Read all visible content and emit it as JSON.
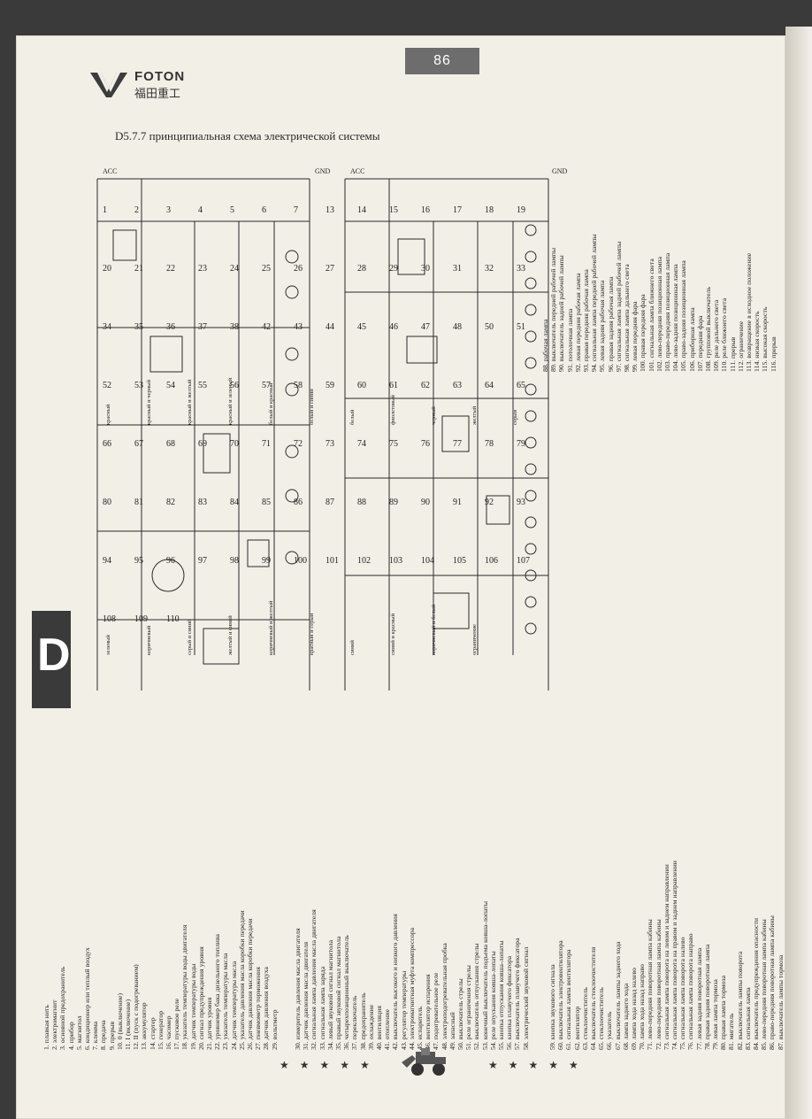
{
  "page": {
    "number": "86",
    "section_tab": "D",
    "title": "D5.7.7 принципиальная схема электрической системы",
    "brand_en": "FOTON",
    "brand_cn": "福田重工",
    "stars_left": "★★★★★",
    "stars_right": "★★★★★"
  },
  "diagram": {
    "rail_acc_label": "ACC",
    "rail_gnd_label": "GND",
    "component_numbers": [
      "1",
      "2",
      "3",
      "4",
      "5",
      "6",
      "7",
      "13",
      "14",
      "15",
      "16",
      "17",
      "18",
      "19",
      "20",
      "21",
      "22",
      "23",
      "24",
      "25",
      "26",
      "27",
      "28",
      "29",
      "30",
      "31",
      "32",
      "33",
      "34",
      "35",
      "36",
      "37",
      "38",
      "42",
      "43",
      "44",
      "45",
      "46",
      "47",
      "48",
      "50",
      "51",
      "52",
      "53",
      "54",
      "55",
      "56",
      "57",
      "58",
      "59",
      "60",
      "61",
      "62",
      "63",
      "64",
      "65",
      "66",
      "67",
      "68",
      "69",
      "70",
      "71",
      "72",
      "73",
      "74",
      "75",
      "76",
      "77",
      "78",
      "79",
      "80",
      "81",
      "82",
      "83",
      "84",
      "85",
      "86",
      "87",
      "88",
      "89",
      "90",
      "91",
      "92",
      "93",
      "94",
      "95",
      "96",
      "97",
      "98",
      "99",
      "100",
      "101",
      "102",
      "103",
      "104",
      "105",
      "106",
      "107",
      "108",
      "109",
      "110"
    ],
    "wire_labels": [
      "красный",
      "красный и черный",
      "красный и желтый",
      "красный и зеленый",
      "белый и красный",
      "белый и синий",
      "белый",
      "фиолетовый",
      "черный",
      "желтый",
      "серый",
      "зеленый",
      "коричневый",
      "серый и синий",
      "желтый и синий",
      "коричневый и желтый",
      "красный и серый",
      "синий",
      "синий и красный",
      "коричневый и белый",
      "ограничение"
    ]
  },
  "legend_col1": [
    "1. плавкая нить",
    "2. электромагнит",
    "3. основной предохранитель",
    "4. прибор",
    "5. магнитол",
    "6. кондиционер или теплый воздух",
    "7. клемма",
    "8. предача",
    "9. прерыв",
    "10. 0 (выключение)",
    "11. I (включение)",
    "12. II (пуск с подогреванием)",
    "13. аккумулятор",
    "14. стартер",
    "15. генератор",
    "16. часомер",
    "17. пусковое реле",
    "18. указатель температуры воды двигателя",
    "19. датчик температуры воды",
    "20. сигнал предупреждения уровня",
    "21. датчик уровня",
    "22. уровнемер бака дизельного топлива",
    "23. указатель температуры масла",
    "24. датчик температуры масла",
    "25. указатель давления масла коробки передачи",
    "26. датчик давления масла коробки передачи",
    "27. пневмометр торможения",
    "28. датчик давления воздуха",
    "29. вольтметр"
  ],
  "legend_col2": [
    "30. измеритель давления масла двигателя",
    "31. датчик давления масла двигателя",
    "32. сигнальная лампа давления масла двигателя",
    "33. сигнальная лампа заряда",
    "34. левый звуковой сигнал магнитола",
    "35. правый звуковой сигнал магнитола",
    "36. четырехпозиционный выключатель",
    "37. переключатель",
    "38. предохранитель",
    "39. охлаждение",
    "40. вентиляция",
    "41. отопление",
    "42. выключатель высокого и низкого давления",
    "43. регулятор температуры",
    "44. электромагнитная муфта компрессора",
    "45. испаритель",
    "46. вентилятор испарения",
    "47. подогревательное реле",
    "48. электроподогревательная пробка",
    "49. запасный",
    "50. выключатель стрелы",
    "51. реле ограничения стрелы",
    "52. выключатель отпускания стрелы",
    "53. конечный выключатель подъема ковша-лопаты",
    "54. реле опускания ковша-лопаты",
    "55. кнопка отпускания ковша-лопаты",
    "56. кнопка плавучего фиксатора",
    "57. выключатель плавучего фиксатора",
    "58. электрический звуковой сигнал"
  ],
  "legend_col3": [
    "59. кнопка звукового сигнала",
    "60. выключатель электровентилятора",
    "61. сигнальная лампа вентилятора",
    "62. вентилятор",
    "63. стеклоочиститель",
    "64. выключатель стеклоочистителя",
    "65. стеклоочиститель",
    "66. указатель",
    "67. выключатель лампы заднего хода",
    "68. лампа заднего хода",
    "69. лампа хода назад налево",
    "70. лампа хода назад направо",
    "71. лево-передняя поворотная лампа кабины",
    "72. лево-передняя поворотная лампа кабины",
    "73. сигнальная лампа поворота на левом и заднем направлении",
    "74. сигнальная лампа поворота на правом и заднем направлении",
    "75. сигнальная лампа поворота налево",
    "76. сигнальная лампа поворота направо",
    "77. левая задняя поворотная лампа",
    "78. правая задняя поворотная лампа",
    "79. левая лампа тормоза",
    "80. правая лампа тормоза",
    "81. мигатель",
    "82. выключатель лампы поворота",
    "83. сигнальная лампа",
    "84. выключатель предупреждения опасности",
    "85. лево-передняя поворотная лампа кабины",
    "86. право-передняя поворотная лампа кабины",
    "87. выключатель лампы тормоза"
  ],
  "legend_col4": [
    "88. рабочая лампа",
    "89. выключатель передней рабочей лампы",
    "90. выключатель задней рабочей лампы",
    "91. потолочная лампа",
    "92. левая передняя рабочая лампа",
    "93. правая передняя рабочая лампа",
    "94. сигнальная лампа передней рабочей лампы",
    "95. левая задняя рабочая лампа",
    "96. правая задняя рабочая лампа",
    "97. сигнальная лампа задней рабочей лампы",
    "98. сигнальная лампа дальнего света",
    "99. левая передняя фара",
    "100. правая передняя фара",
    "101. сигнальная лампа ближнего света",
    "102. лево-передняя позиционная лампа",
    "103. право-передняя позиционная лампа",
    "104. лево-задняя позиционная лампа",
    "105. право-задняя позиционная лампа",
    "106. приборная лампа",
    "107. передняя фара",
    "108. групповой выключатель",
    "109. реле дальнего света",
    "110. реле ближнего света",
    "111. прерыв",
    "112. ограничение",
    "113. возвращение в исходное положение",
    "114. низкая скорость",
    "115. высокая скорость",
    "116. прерыв"
  ]
}
